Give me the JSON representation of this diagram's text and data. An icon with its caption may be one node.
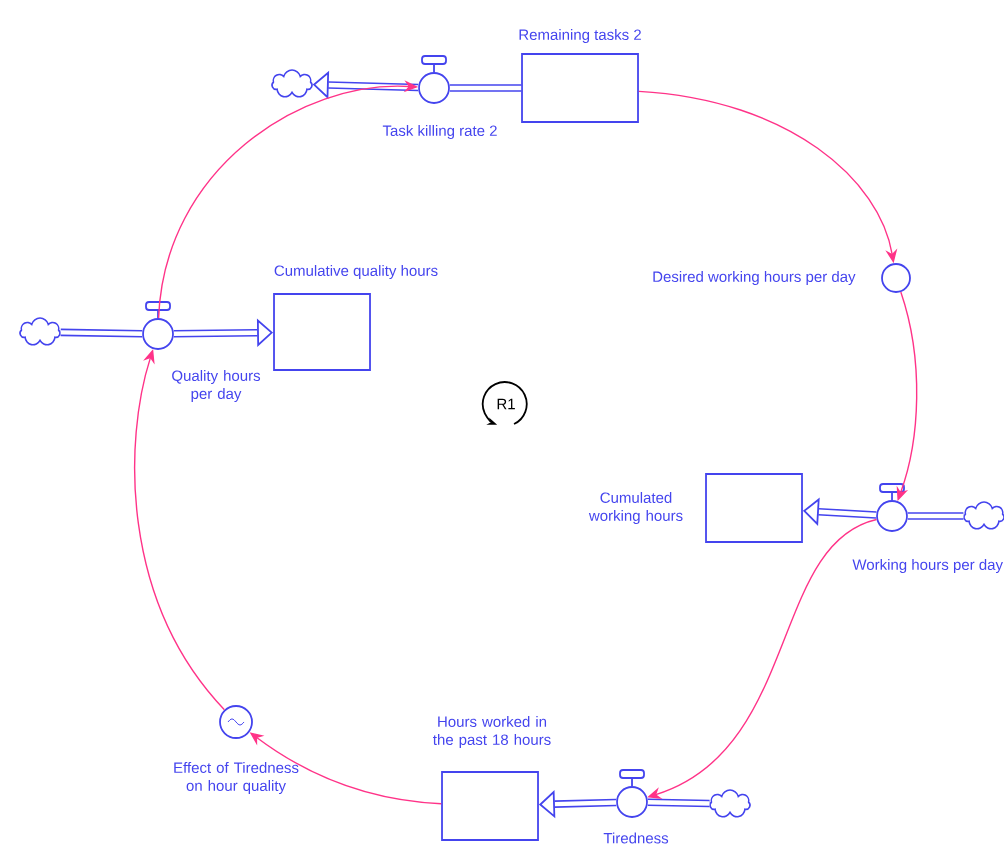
{
  "diagram": {
    "nodes": [
      {
        "text": [
          "Remaining tasks 2"
        ]
      },
      {
        "text": [
          "Task killing rate 2"
        ]
      },
      {
        "text": [],
        "shape": "cloud"
      },
      {
        "text": [
          "Desired working hours per day"
        ]
      },
      {
        "text": [
          "Working hours per day"
        ]
      },
      {
        "text": [],
        "shape": "cloud"
      },
      {
        "text": [
          "Cumulated working hours"
        ]
      },
      {
        "text": [
          "Tiredness"
        ]
      },
      {
        "text": [],
        "shape": "cloud"
      },
      {
        "text": [
          "Hours worked in the past 18 hours"
        ]
      },
      {
        "text": [
          "Effect of Tiredness on hour quality"
        ]
      },
      {
        "text": [
          "Quality hours per day"
        ]
      },
      {
        "text": [],
        "shape": "cloud"
      },
      {
        "text": [
          "Cumulative quality hours"
        ]
      }
    ],
    "edges": [
      {
        "from": 0,
        "to": 1,
        "arrow": "none"
      },
      {
        "from": 1,
        "to": 2,
        "arrow": "to"
      },
      {
        "from": 5,
        "to": 4,
        "arrow": "none"
      },
      {
        "from": 4,
        "to": 6,
        "arrow": "to"
      },
      {
        "from": 8,
        "to": 7,
        "arrow": "none"
      },
      {
        "from": 7,
        "to": 9,
        "arrow": "to"
      },
      {
        "from": 12,
        "to": 11,
        "arrow": "none"
      },
      {
        "from": 11,
        "to": 13,
        "arrow": "to"
      },
      {
        "from": 0,
        "to": 3,
        "arrow": "to",
        "color": "#ff3388"
      },
      {
        "from": 3,
        "to": 4,
        "arrow": "to",
        "color": "#ff3388"
      },
      {
        "from": 4,
        "to": 7,
        "arrow": "to",
        "color": "#ff3388"
      },
      {
        "from": 9,
        "to": 10,
        "arrow": "to",
        "color": "#ff3388"
      },
      {
        "from": 10,
        "to": 11,
        "arrow": "to",
        "color": "#ff3388"
      },
      {
        "from": 11,
        "to": 1,
        "arrow": "to",
        "color": "#ff3388"
      }
    ],
    "labels": [
      "R1"
    ]
  }
}
